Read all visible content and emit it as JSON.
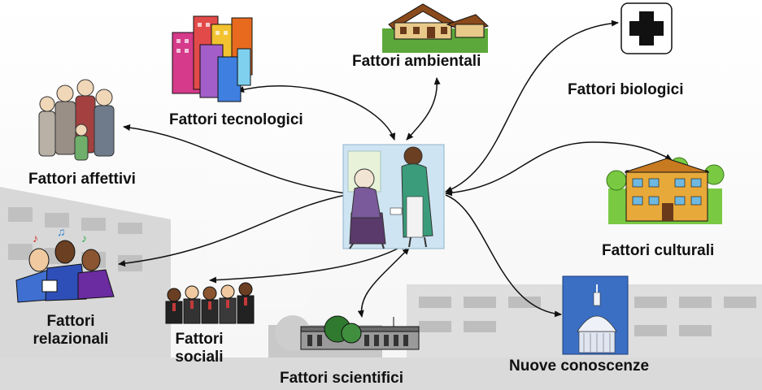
{
  "nodes": [
    {
      "id": "ambientali",
      "label": "Fattori ambientali",
      "icon": "house-icon"
    },
    {
      "id": "tecnologici",
      "label": "Fattori tecnologici",
      "icon": "city-buildings-icon"
    },
    {
      "id": "affettivi",
      "label": "Fattori affettivi",
      "icon": "family-group-icon"
    },
    {
      "id": "relazionali",
      "label_lines": [
        "Fattori",
        "relazionali"
      ],
      "icon": "singing-people-icon"
    },
    {
      "id": "sociali",
      "label_lines": [
        "Fattori",
        "sociali"
      ],
      "icon": "businessmen-group-icon"
    },
    {
      "id": "scientifici",
      "label": "Fattori scientifici",
      "icon": "research-building-icon"
    },
    {
      "id": "biologici",
      "label": "Fattori biologici",
      "icon": "medical-cross-icon"
    },
    {
      "id": "culturali",
      "label": "Fattori culturali",
      "icon": "school-building-icon"
    },
    {
      "id": "conoscenze",
      "label": "Nuove conoscenze",
      "icon": "capitol-dome-icon"
    }
  ],
  "center": {
    "icon": "nurse-elderly-patient-icon"
  },
  "colors": {
    "arrow": "#111111",
    "center_bg": "#cfe4f2",
    "nurse_coat": "#3a9c7a",
    "capitol_bg": "#3b6fc4"
  }
}
